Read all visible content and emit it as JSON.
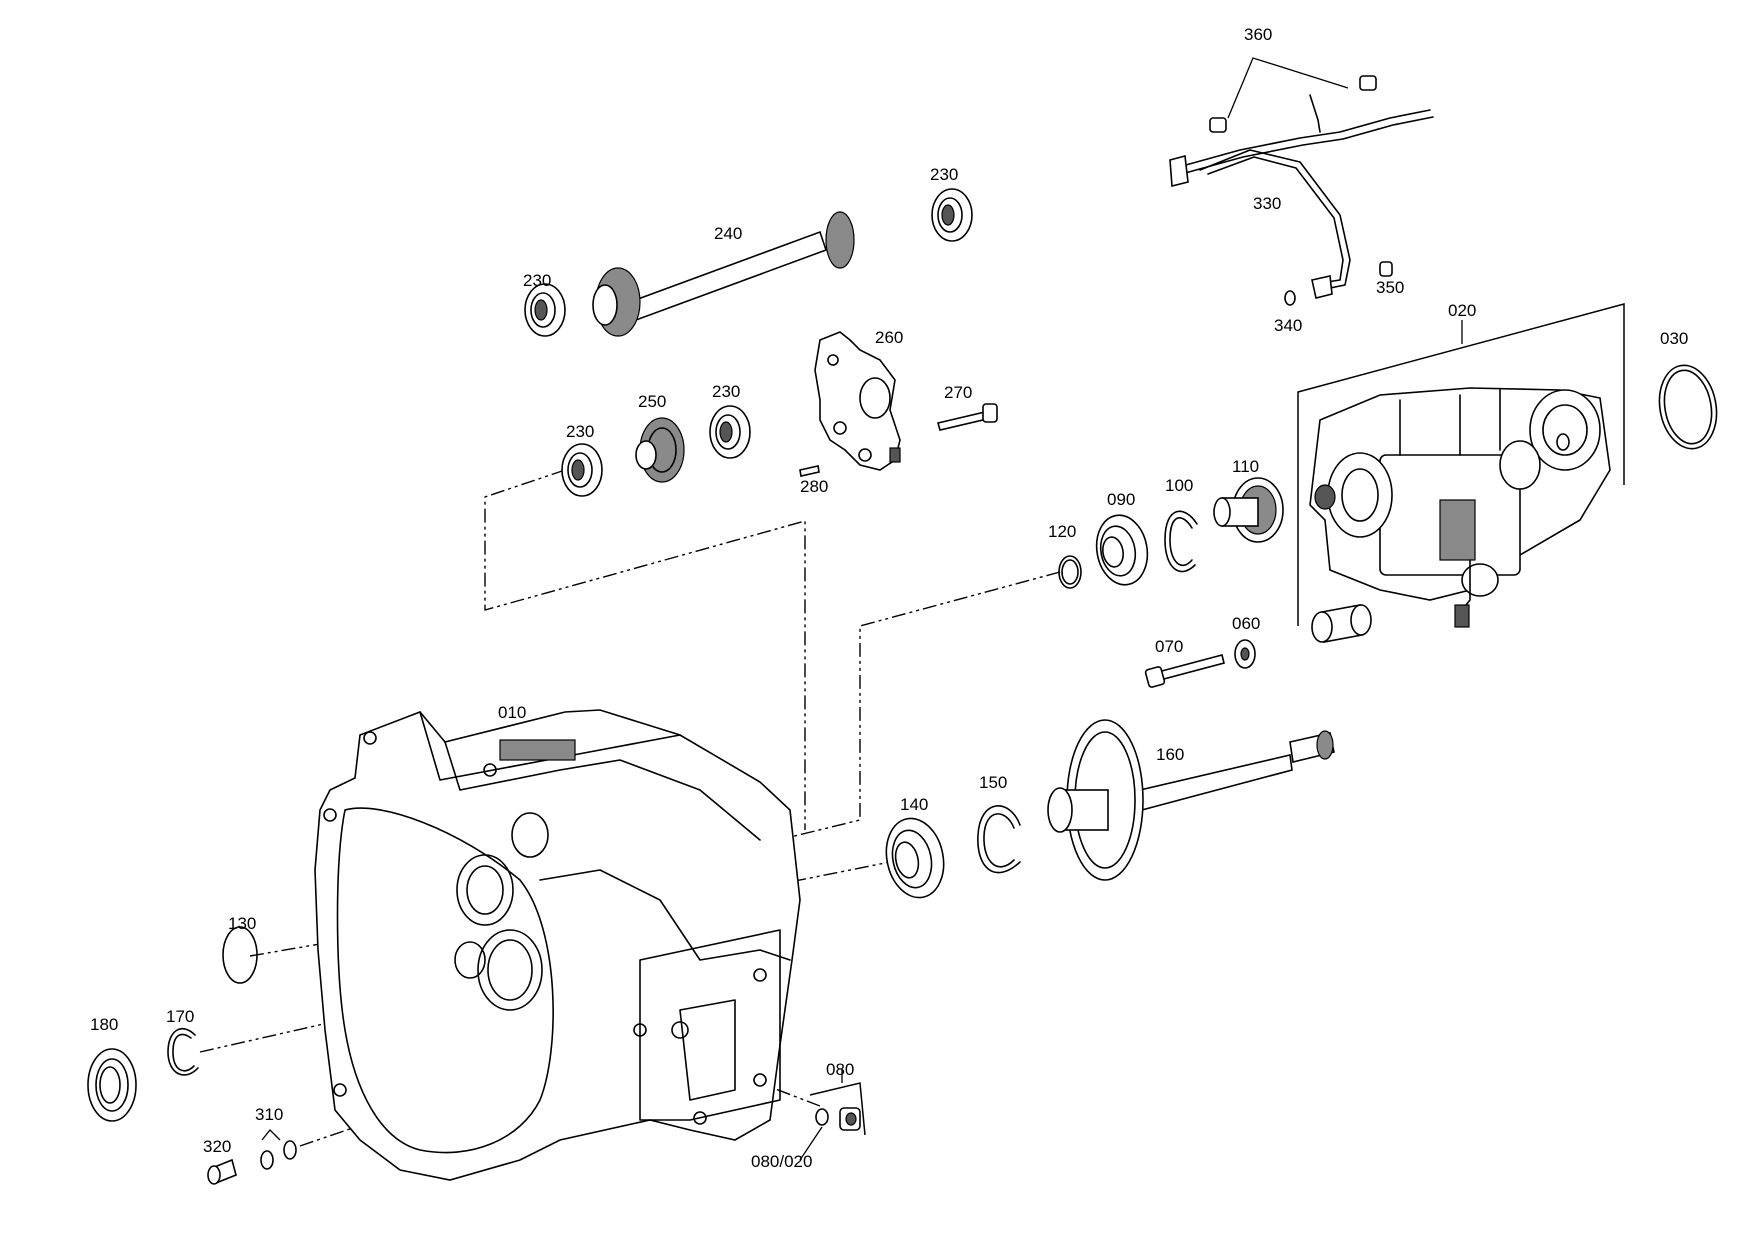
{
  "callouts": {
    "p010": "010",
    "p020": "020",
    "p030": "030",
    "p060": "060",
    "p070": "070",
    "p080": "080",
    "p080_020": "080/020",
    "p090": "090",
    "p100": "100",
    "p110": "110",
    "p120": "120",
    "p130": "130",
    "p140": "140",
    "p150": "150",
    "p160": "160",
    "p170": "170",
    "p180": "180",
    "p230a": "230",
    "p230b": "230",
    "p230c": "230",
    "p230d": "230",
    "p240": "240",
    "p250": "250",
    "p260": "260",
    "p270": "270",
    "p280": "280",
    "p310": "310",
    "p320": "320",
    "p330": "330",
    "p340": "340",
    "p350": "350",
    "p360": "360"
  }
}
